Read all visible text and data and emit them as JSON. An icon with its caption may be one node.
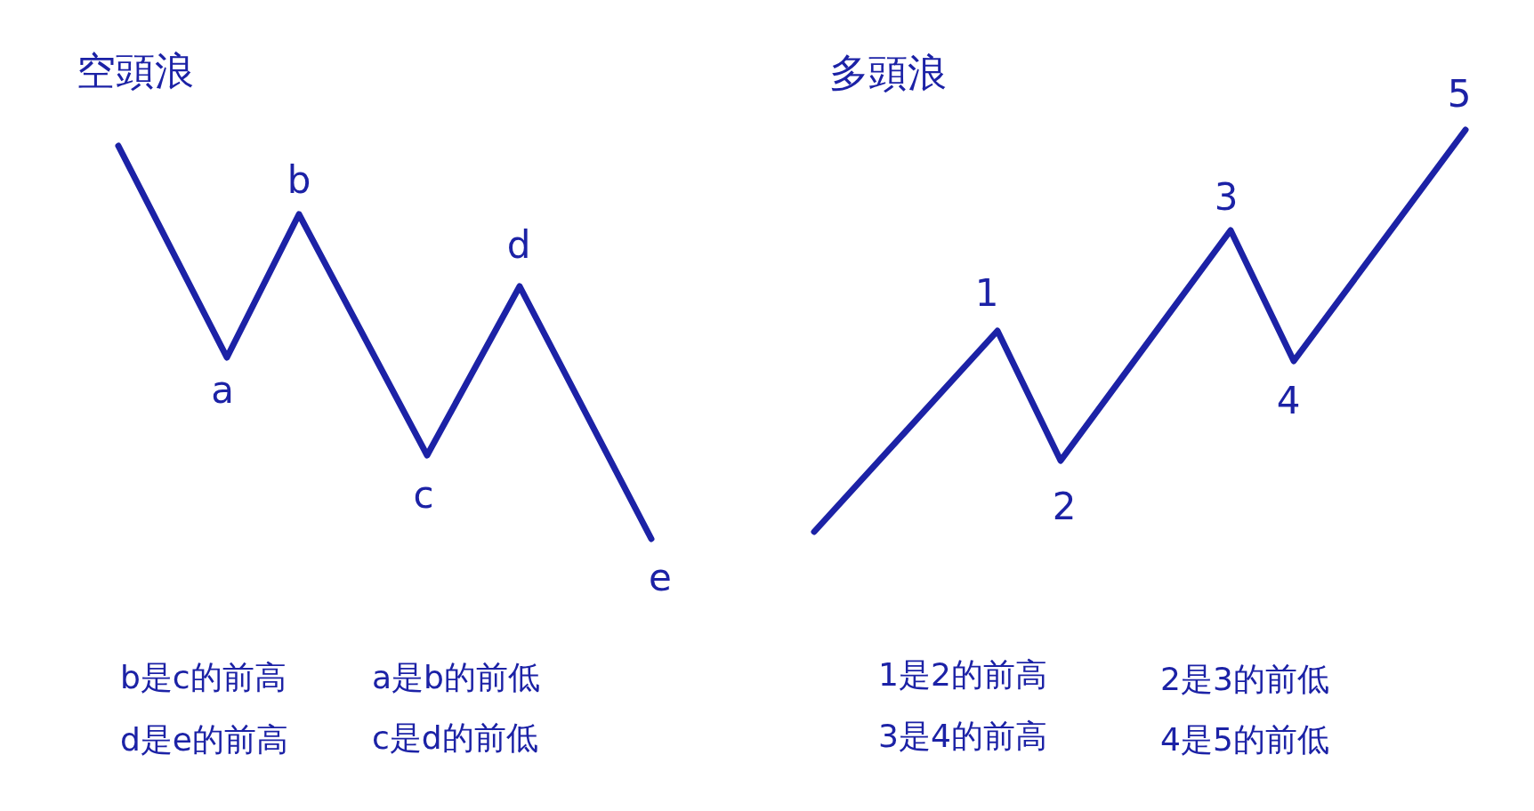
{
  "diagram": {
    "labels": [
      "空頭浪",
      "b",
      "d",
      "a",
      "c",
      "e",
      "b是c的前高",
      "a是b的前低",
      "d是e的前高",
      "c是d的前低",
      "多頭浪",
      "5",
      "3",
      "1",
      "4",
      "2",
      "1是2的前高",
      "2是3的前低",
      "3是4的前高",
      "4是5的前低"
    ]
  }
}
